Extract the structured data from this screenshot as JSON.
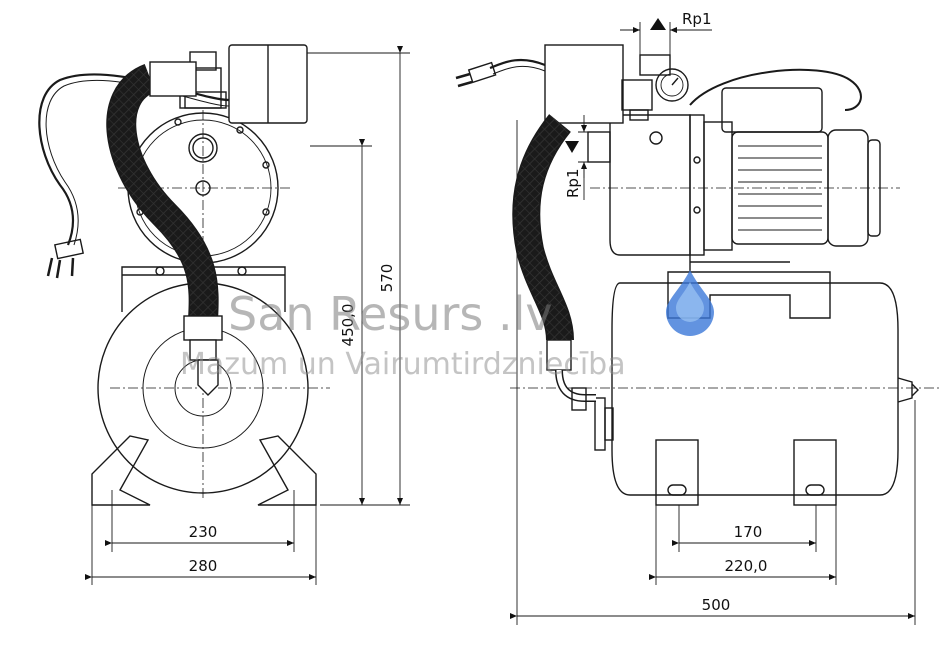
{
  "dimensions": {
    "front_width_inner": "230",
    "front_width_outer": "280",
    "height_tank": "450,0",
    "height_total": "570",
    "side_feet_inner": "170",
    "side_feet_outer": "220,0",
    "side_total_length": "500",
    "inlet_thread": "Rp1",
    "outlet_thread": "Rp1"
  },
  "watermark": {
    "title": "San Resurs .lv",
    "subtitle": "Mazum un Vairumtirdzniecība"
  },
  "colors": {
    "line": "#1a1a1a",
    "hose_pattern": "#333333",
    "water_drop": "#3b78d8",
    "water_drop_light": "#9cc4f3"
  }
}
